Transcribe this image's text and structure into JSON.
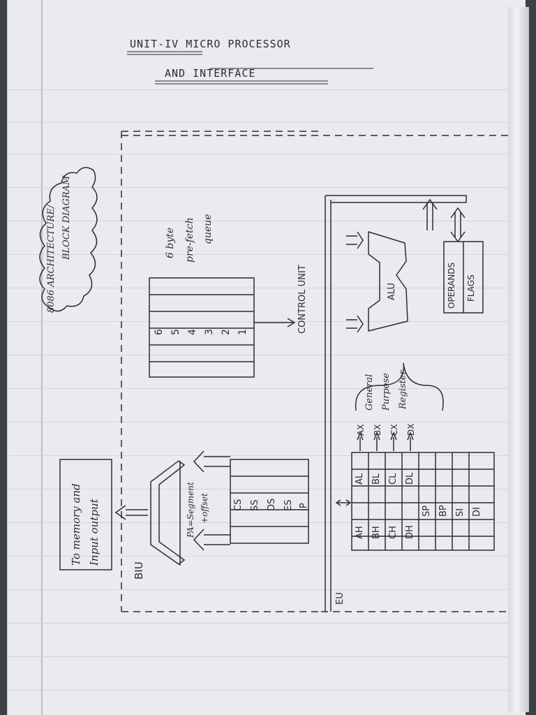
{
  "title": {
    "line1": "UNIT-IV   MICRO PROCESSOR",
    "line2": "AND   INTERFACE"
  },
  "cloud_label": [
    "8086 ARCHITECTURE/",
    "BLOCK DIAGRAM"
  ],
  "memory_box": [
    "To memory and",
    "Input output"
  ],
  "biu_label": "BIU",
  "eu_label": "EU",
  "queue": {
    "caption": [
      "6 byte",
      "pre-fetch",
      "queue"
    ],
    "cells": [
      "6",
      "5",
      "4",
      "3",
      "2",
      "1"
    ]
  },
  "control_unit": "CONTROL UNIT",
  "adder_label": [
    "PA=Segment",
    "+offset"
  ],
  "segment_registers": [
    "CS",
    "SS",
    "DS",
    "ES",
    "IP"
  ],
  "general_registers": [
    [
      "AH",
      "AL"
    ],
    [
      "BH",
      "BL"
    ],
    [
      "CH",
      "CL"
    ],
    [
      "DH",
      "DL"
    ]
  ],
  "pointer_registers": [
    "SP",
    "BP",
    "SI",
    "DI"
  ],
  "register_names": [
    "AX",
    "BX",
    "CX",
    "DX"
  ],
  "gpr_caption": [
    "General",
    "Purpose",
    "Register"
  ],
  "alu_label": "ALU",
  "operands": "OPERANDS",
  "flags": "FLAGS"
}
